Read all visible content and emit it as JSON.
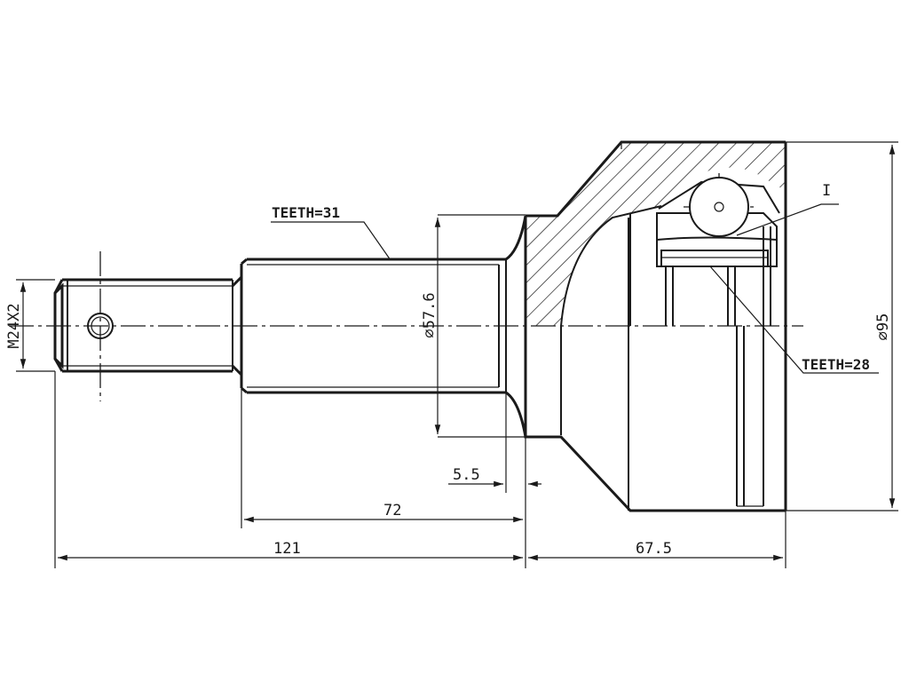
{
  "labels": {
    "thread": "M24X2",
    "teeth_shaft": "TEETH=31",
    "teeth_inner": "TEETH=28",
    "diameter_shaft": "⌀57.6",
    "diameter_body": "⌀95",
    "detail_mark": "I"
  },
  "dimensions": {
    "step": "5.5",
    "spline_length": "72",
    "shaft_length": "121",
    "body_length": "67.5"
  },
  "colors": {
    "line": "#1a1a1a",
    "background": "#ffffff"
  }
}
